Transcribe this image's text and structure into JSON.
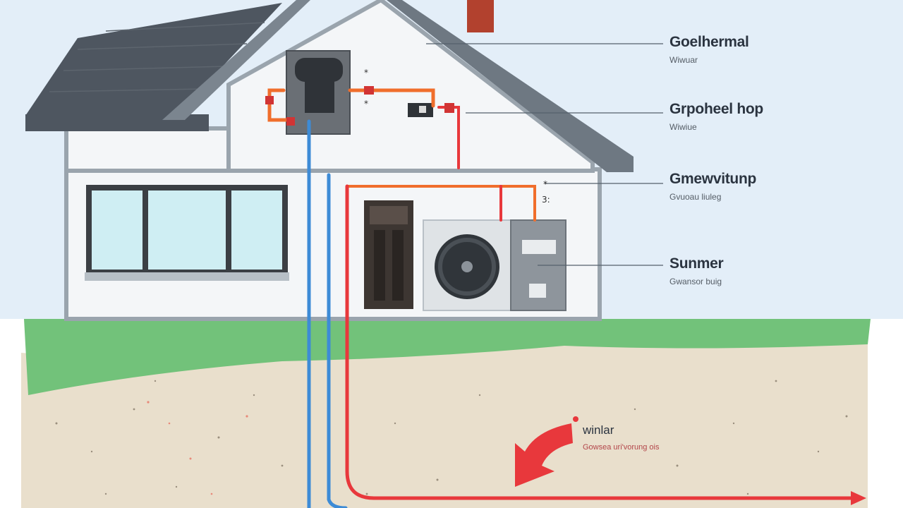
{
  "labels": [
    {
      "title": "Goelhermal",
      "sub": "Wiwuar"
    },
    {
      "title": "Grpoheel hop",
      "sub": "Wiwiue"
    },
    {
      "title": "Gmewvitunp",
      "sub": "Gvuoau liuleg"
    },
    {
      "title": "Sunmer",
      "sub": "Gwansor buig"
    }
  ],
  "flow": {
    "title": "winlar",
    "sub": "Gowsea uri'vorung ois"
  },
  "marks": {
    "m1": "*",
    "m2": "*",
    "m3": "*",
    "m4": "3:"
  },
  "colors": {
    "sky": "#e3eef8",
    "ground_grass": "#72c27a",
    "soil": "#e9dfcc",
    "roof": "#4e5660",
    "wall": "#f4f6f8",
    "frame": "#9aa4ad",
    "pipe_cold": "#3d8bd6",
    "pipe_hot": "#e8383c",
    "pipe_warm": "#f06e2c",
    "chimney": "#b2412e"
  },
  "icons": [
    "air-unit-fan-icon",
    "control-box-icon",
    "chimney-icon",
    "window-icon",
    "door-icon",
    "flow-arrow-icon"
  ]
}
